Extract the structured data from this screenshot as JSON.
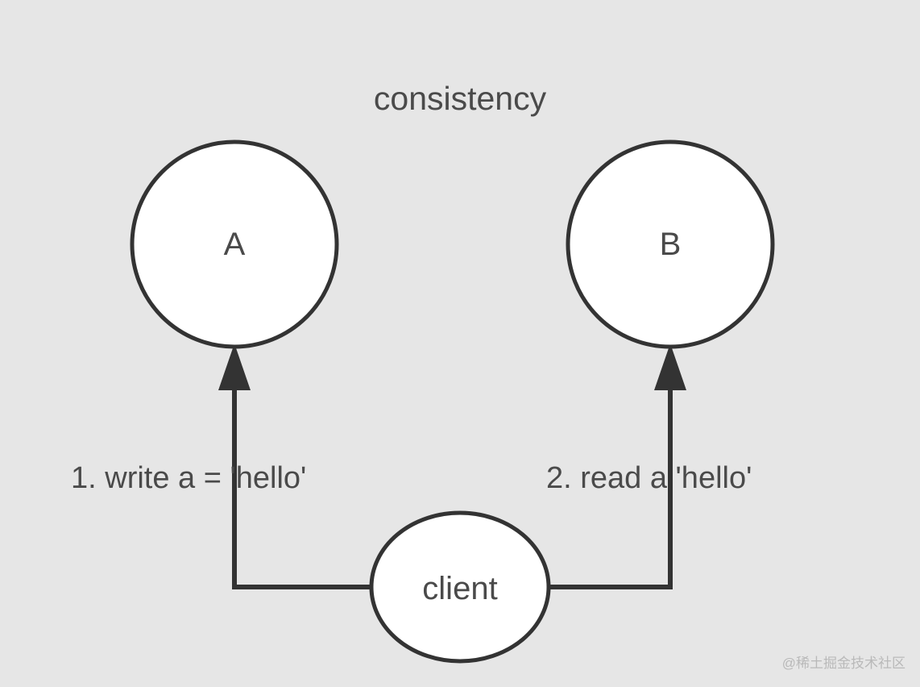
{
  "diagram": {
    "title": "consistency",
    "background_color": "#e6e6e6",
    "stroke_color": "#333333",
    "node_fill_color": "#ffffff",
    "text_color": "#4a4a4a",
    "nodes": [
      {
        "id": "a",
        "label": "A",
        "shape": "circle"
      },
      {
        "id": "b",
        "label": "B",
        "shape": "circle"
      },
      {
        "id": "client",
        "label": "client",
        "shape": "ellipse"
      }
    ],
    "edges": [
      {
        "id": "write",
        "label": "1. write a = 'hello'",
        "from": "client",
        "to": "A"
      },
      {
        "id": "read",
        "label": "2. read a 'hello'",
        "from": "client",
        "to": "B"
      }
    ]
  },
  "watermark": {
    "text": "@稀土掘金技术社区"
  }
}
